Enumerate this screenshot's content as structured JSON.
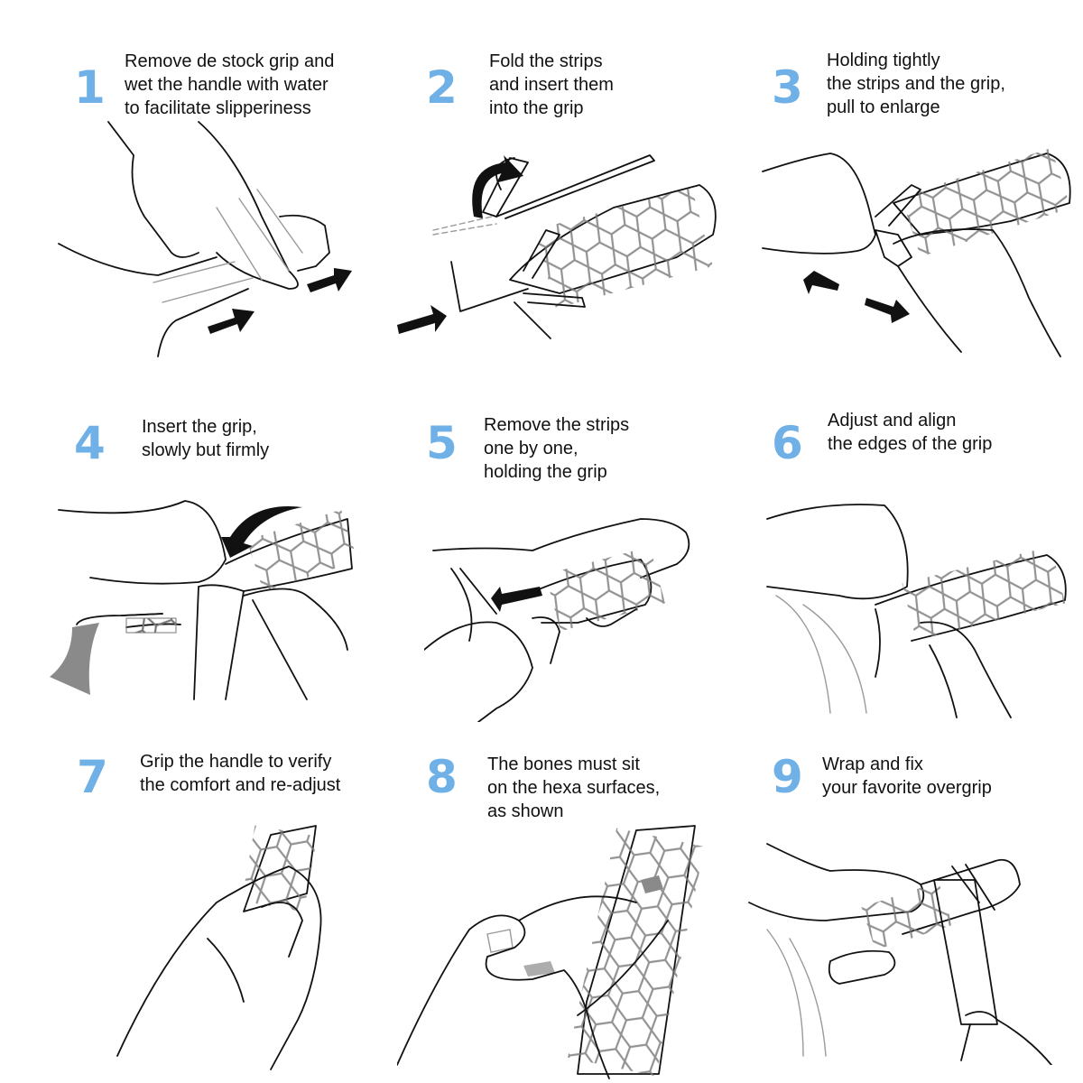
{
  "diagram": {
    "title": "",
    "accent_color": "#6fb1e6",
    "steps": [
      {
        "number": "1",
        "lines": [
          "Remove de stock grip and",
          "wet the handle with water",
          "to facilitate slipperiness"
        ],
        "illustration": "hand-wetting-handle"
      },
      {
        "number": "2",
        "lines": [
          "Fold the strips",
          "and insert them",
          "into the grip"
        ],
        "illustration": "strips-into-grip"
      },
      {
        "number": "3",
        "lines": [
          "Holding tightly",
          "the strips and the grip,",
          "pull to enlarge"
        ],
        "illustration": "hands-pulling-grip"
      },
      {
        "number": "4",
        "lines": [
          "Insert the grip,",
          "slowly but firmly"
        ],
        "illustration": "inserting-grip-on-handle"
      },
      {
        "number": "5",
        "lines": [
          "Remove the strips",
          "one by one,",
          "holding the grip"
        ],
        "illustration": "removing-strips"
      },
      {
        "number": "6",
        "lines": [
          "Adjust and align",
          "the edges of the grip"
        ],
        "illustration": "aligning-grip-edges"
      },
      {
        "number": "7",
        "lines": [
          "Grip the handle to verify",
          "the comfort and re-adjust"
        ],
        "illustration": "hand-gripping-handle"
      },
      {
        "number": "8",
        "lines": [
          "The bones must sit",
          "on the hexa surfaces,",
          "as shown"
        ],
        "illustration": "bones-on-hexa-surfaces"
      },
      {
        "number": "9",
        "lines": [
          "Wrap and fix",
          "your favorite overgrip"
        ],
        "illustration": "wrapping-overgrip"
      }
    ]
  }
}
